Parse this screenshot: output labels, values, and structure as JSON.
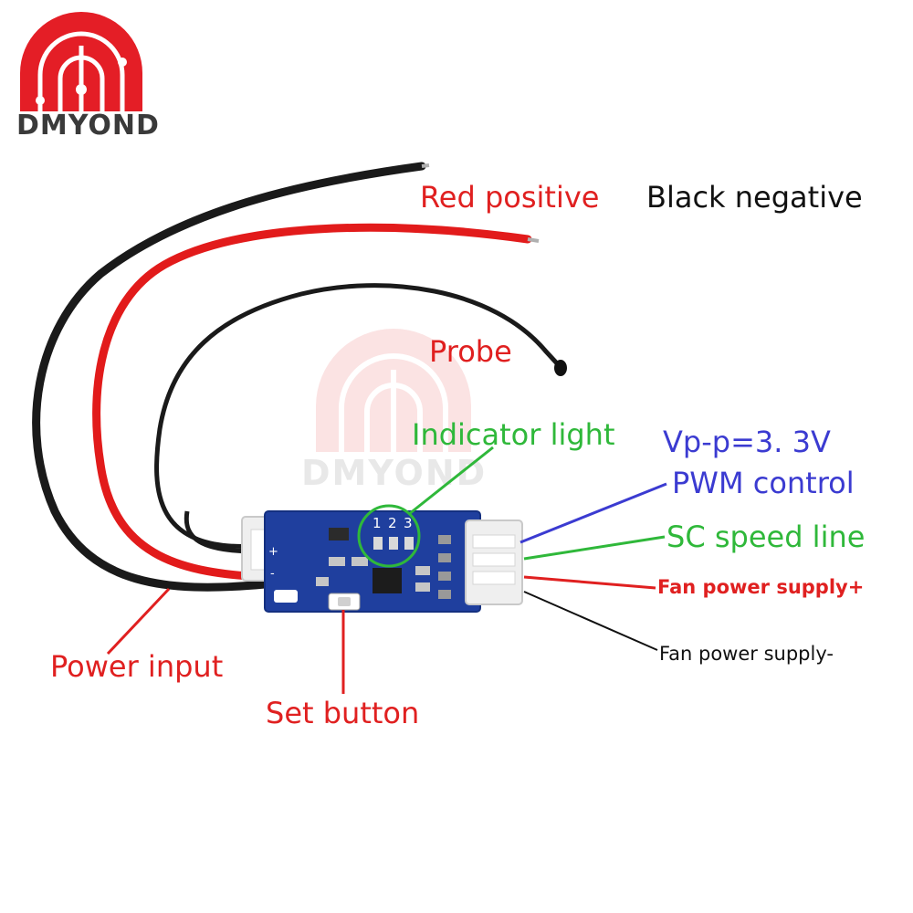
{
  "brand": {
    "logo_text": "DMYOND",
    "watermark_text": "DMYOND",
    "accent": "#e41e26"
  },
  "labels": {
    "red_positive": "Red positive",
    "black_negative": "Black negative",
    "probe": "Probe",
    "indicator_light": "Indicator light",
    "vpp": "Vp-p=3. 3V",
    "pwm_control": "PWM control",
    "sc_speed_line": "SC speed line",
    "fan_power_plus": "Fan power supply+",
    "fan_power_minus": "Fan power supply-",
    "power_input": "Power input",
    "set_button": "Set button"
  },
  "board": {
    "pin_numbers": [
      "1",
      "2",
      "3"
    ],
    "polarity_plus": "+",
    "polarity_minus": "-"
  },
  "colors": {
    "red": "#e02020",
    "black": "#111111",
    "green": "#2fb83a",
    "blue": "#3b3bd1",
    "pcb": "#1f3f9e"
  }
}
